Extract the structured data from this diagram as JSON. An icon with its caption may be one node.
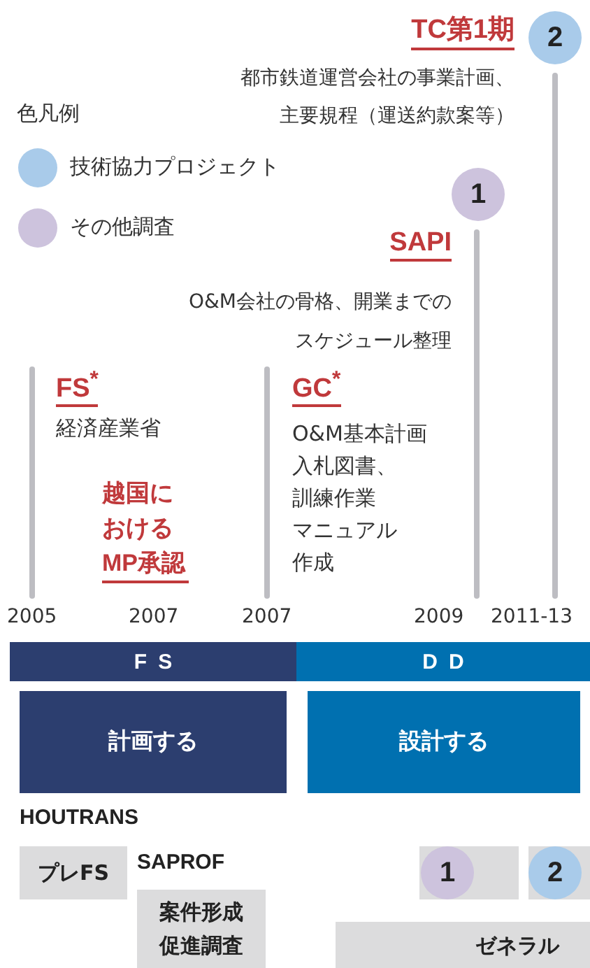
{
  "diagram": {
    "nodes": [
      {
        "text": [
          "2"
        ]
      },
      {
        "text": [
          "1"
        ]
      },
      {
        "text": [
          "FS"
        ]
      },
      {
        "text": [
          "DD"
        ]
      },
      {
        "text": [
          "計画する"
        ]
      },
      {
        "text": [
          "設計する"
        ]
      },
      {
        "text": [
          "プレFS"
        ]
      },
      {
        "text": [
          "案件形成促進調査"
        ]
      },
      {
        "text": [],
        "shape": "box"
      },
      {
        "text": [
          "1"
        ],
        "in": 8
      },
      {
        "text": [],
        "shape": "box"
      },
      {
        "text": [
          "2"
        ],
        "in": 10
      },
      {
        "text": [
          "ゼネラル"
        ]
      }
    ],
    "edges": [],
    "labels": [
      "TC第1期",
      "都市鉄道運営会社の事業計画、主要規程（運送約款案等）",
      "色凡例",
      "SAPI",
      "O&M会社の骨格、開業までのスケジュール整理",
      "FS$^{*}$",
      "経済産業省",
      "越国におけるMP承認",
      "GC$^{*}$",
      "O&M基本計画",
      "入札図書、",
      "訓練作業",
      "マニュアル作成",
      "2005",
      "2007",
      "2007",
      "2009",
      "2011-13",
      "HOUTRANS",
      "SAPROF"
    ],
    "legend": [
      {
        "text": "技術協力プロジェクト",
        "color": "#a9cbea"
      },
      {
        "text": "その他調査",
        "color": "#cdc3dd"
      }
    ]
  }
}
